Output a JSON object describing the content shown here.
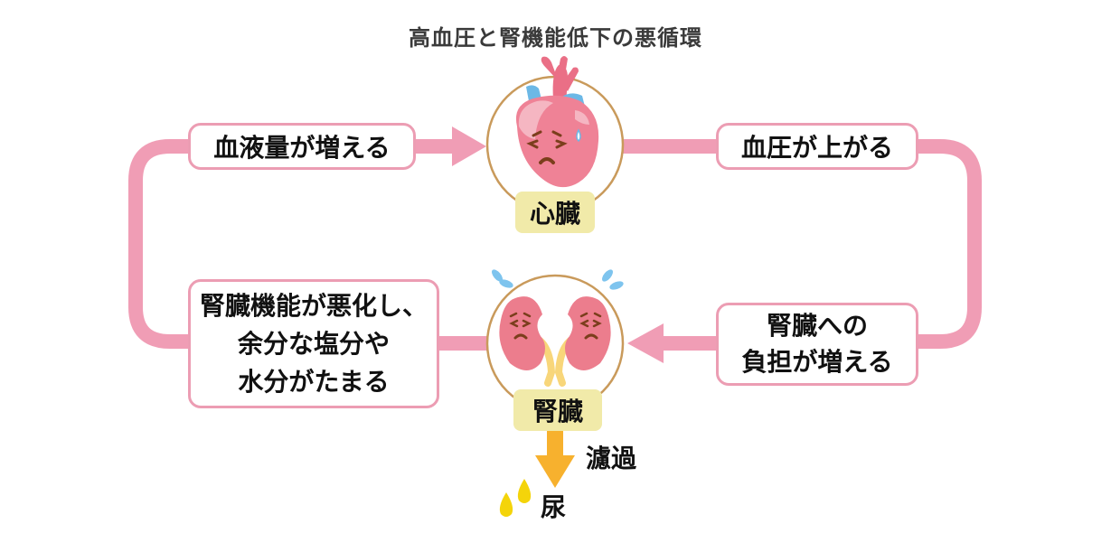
{
  "title": "高血圧と腎機能低下の悪循環",
  "organs": {
    "heart": {
      "label": "心臓",
      "icon": "heart-icon"
    },
    "kidney": {
      "label": "腎臓",
      "icon": "kidneys-icon"
    }
  },
  "steps": {
    "blood_volume": {
      "lines": [
        "血液量が増える"
      ]
    },
    "blood_pressure": {
      "lines": [
        "血圧が上がる"
      ]
    },
    "kidney_burden": {
      "lines": [
        "腎臓への",
        "負担が増える"
      ]
    },
    "kidney_decline": {
      "lines": [
        "腎臓機能が悪化し、",
        "余分な塩分や",
        "水分がたまる"
      ]
    }
  },
  "output": {
    "filter_label": "濾過",
    "urine_label": "尿"
  },
  "colors": {
    "loop": "#f09db5",
    "box_border": "#ec9db3",
    "tag_bg": "#f1eaa9",
    "circle": "#c99a5b",
    "arrow_orange": "#f7b12e",
    "drop": "#f4d40a"
  }
}
